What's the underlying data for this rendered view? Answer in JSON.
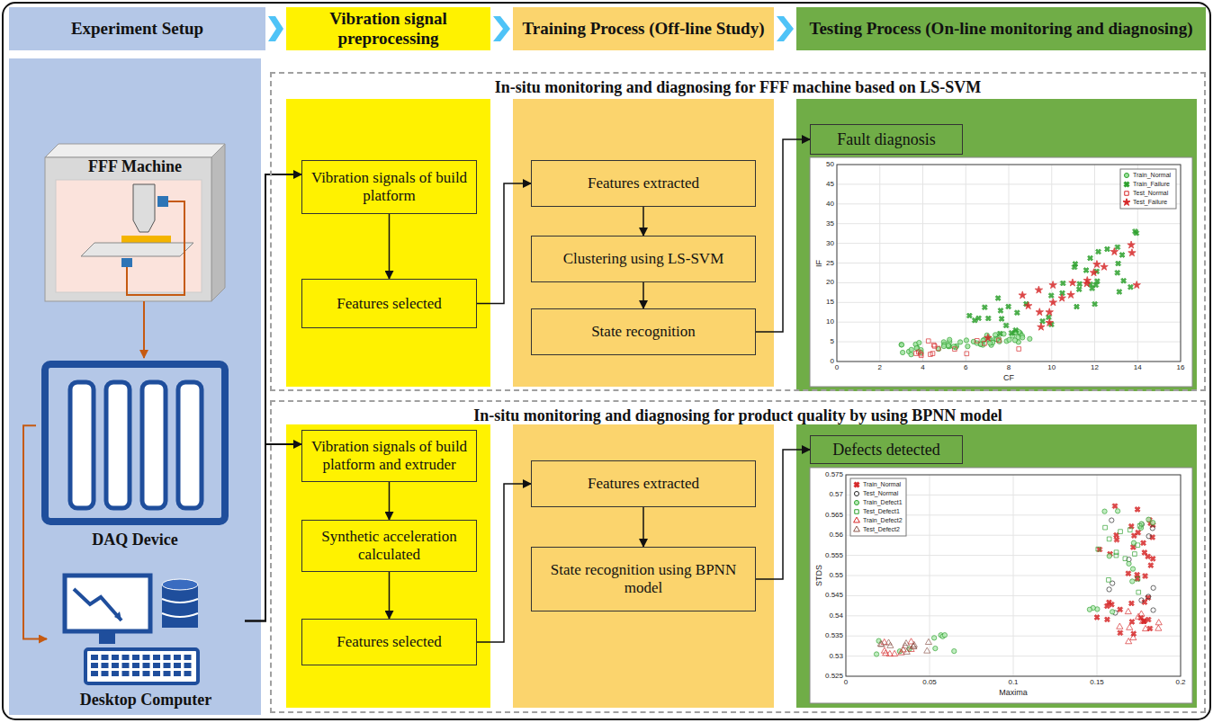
{
  "diagram": {
    "nodes": [
      {
        "text": [
          "Experiment Setup"
        ]
      },
      {
        "text": [
          "Vibration signal preprocessing"
        ]
      },
      {
        "text": [
          "Training Process (Off-line Study)"
        ]
      },
      {
        "text": [
          "Testing Process (On-line monitoring and diagnosing)"
        ]
      },
      {
        "text": [
          "FFF Machine"
        ]
      },
      {
        "text": [
          "DAQ Device"
        ]
      },
      {
        "text": [
          "Desktop Computer"
        ]
      },
      {
        "text": [
          "In-situ monitoring and diagnosing for FFF machine based on LS-SVM"
        ]
      },
      {
        "text": [
          "Vibration signals of build platform"
        ],
        "in": 7
      },
      {
        "text": [
          "Features selected"
        ],
        "in": 7
      },
      {
        "text": [
          "Features extracted"
        ],
        "in": 7
      },
      {
        "text": [
          "Clustering using LS-SVM"
        ],
        "in": 7
      },
      {
        "text": [
          "State recognition"
        ],
        "in": 7
      },
      {
        "text": [
          "Fault diagnosis"
        ],
        "in": 7
      },
      {
        "text": [
          "In-situ monitoring and diagnosing for product quality by using BPNN model"
        ]
      },
      {
        "text": [
          "Vibration signals of build platform and extruder"
        ],
        "in": 14
      },
      {
        "text": [
          "Synthetic acceleration calculated"
        ],
        "in": 14
      },
      {
        "text": [
          "Features selected"
        ],
        "in": 14
      },
      {
        "text": [
          "Features extracted"
        ],
        "in": 14
      },
      {
        "text": [
          "State recognition using BPNN model"
        ],
        "in": 14
      },
      {
        "text": [
          "Defects detected"
        ],
        "in": 14
      }
    ],
    "edges": [
      {
        "from": 0,
        "to": 1,
        "arrow": "to"
      },
      {
        "from": 1,
        "to": 2,
        "arrow": "to"
      },
      {
        "from": 2,
        "to": 3,
        "arrow": "to"
      },
      {
        "from": 4,
        "to": 5,
        "arrow": "to"
      },
      {
        "from": 5,
        "to": 6,
        "arrow": "to"
      },
      {
        "from": 6,
        "to": 8,
        "arrow": "to"
      },
      {
        "from": 6,
        "to": 15,
        "arrow": "to"
      },
      {
        "from": 8,
        "to": 9,
        "arrow": "to"
      },
      {
        "from": 9,
        "to": 10,
        "arrow": "to"
      },
      {
        "from": 10,
        "to": 11,
        "arrow": "to"
      },
      {
        "from": 11,
        "to": 12,
        "arrow": "to"
      },
      {
        "from": 12,
        "to": 13,
        "arrow": "to"
      },
      {
        "from": 15,
        "to": 16,
        "arrow": "to"
      },
      {
        "from": 16,
        "to": 17,
        "arrow": "to"
      },
      {
        "from": 17,
        "to": 18,
        "arrow": "to"
      },
      {
        "from": 18,
        "to": 19,
        "arrow": "to"
      },
      {
        "from": 19,
        "to": 20,
        "arrow": "to"
      }
    ],
    "labels": [
      "0",
      "5",
      "10",
      "15",
      "20",
      "25",
      "30",
      "35",
      "40",
      "45",
      "50",
      "0",
      "2",
      "4",
      "6",
      "8",
      "10",
      "12",
      "14",
      "16",
      "CF",
      "IF",
      "0.525",
      "0.53",
      "0.535",
      "0.54",
      "0.545",
      "0.55",
      "0.555",
      "0.56",
      "0.565",
      "0.57",
      "0.575",
      "0",
      "0.05",
      "0.1",
      "0.15",
      "0.2",
      "Maxima",
      "STDS"
    ],
    "legend": [
      {
        "text": "Train_Normal"
      },
      {
        "text": "Train_Failure"
      },
      {
        "text": "Test_Normal"
      },
      {
        "text": "Test_Failure"
      },
      {
        "text": "Train_Normal"
      },
      {
        "text": "Test_Normal"
      },
      {
        "text": "Train_Defect1"
      },
      {
        "text": "Test_Defect1"
      },
      {
        "text": "Train_Defect2"
      },
      {
        "text": "Test_Defect2"
      }
    ]
  }
}
